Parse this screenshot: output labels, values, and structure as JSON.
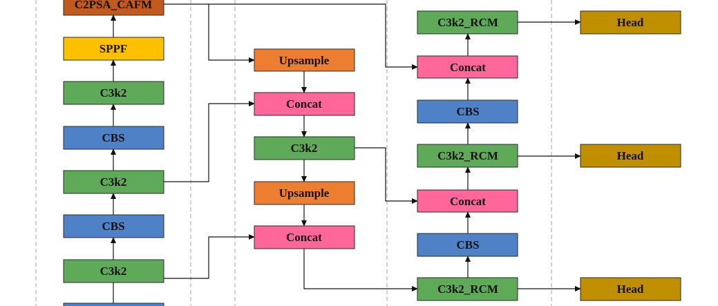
{
  "colors": {
    "cafm": "#C05A1E",
    "sppf": "#FFC000",
    "c3k2": "#5FAA58",
    "cbs": "#4F81C6",
    "upsample": "#ED7D31",
    "concat": "#FF6699",
    "rcm": "#5FAA58",
    "head": "#BF8F00",
    "stroke": "#2a2a2a",
    "divider": "#b8b8b8"
  },
  "backbone": {
    "c2psa_cafm": "C2PSA_CAFM",
    "sppf": "SPPF",
    "c3k2_top": "C3k2",
    "cbs_top": "CBS",
    "c3k2_mid": "C3k2",
    "cbs_mid": "CBS",
    "c3k2_low": "C3k2"
  },
  "neck": {
    "upsample_1": "Upsample",
    "concat_1": "Concat",
    "c3k2": "C3k2",
    "upsample_2": "Upsample",
    "concat_2": "Concat"
  },
  "pan": {
    "rcm_top": "C3k2_RCM",
    "concat_top": "Concat",
    "cbs_top": "CBS",
    "rcm_mid": "C3k2_RCM",
    "concat_mid": "Concat",
    "cbs_low": "CBS",
    "rcm_low": "C3k2_RCM"
  },
  "heads": {
    "head_top": "Head",
    "head_mid": "Head",
    "head_low": "Head"
  }
}
